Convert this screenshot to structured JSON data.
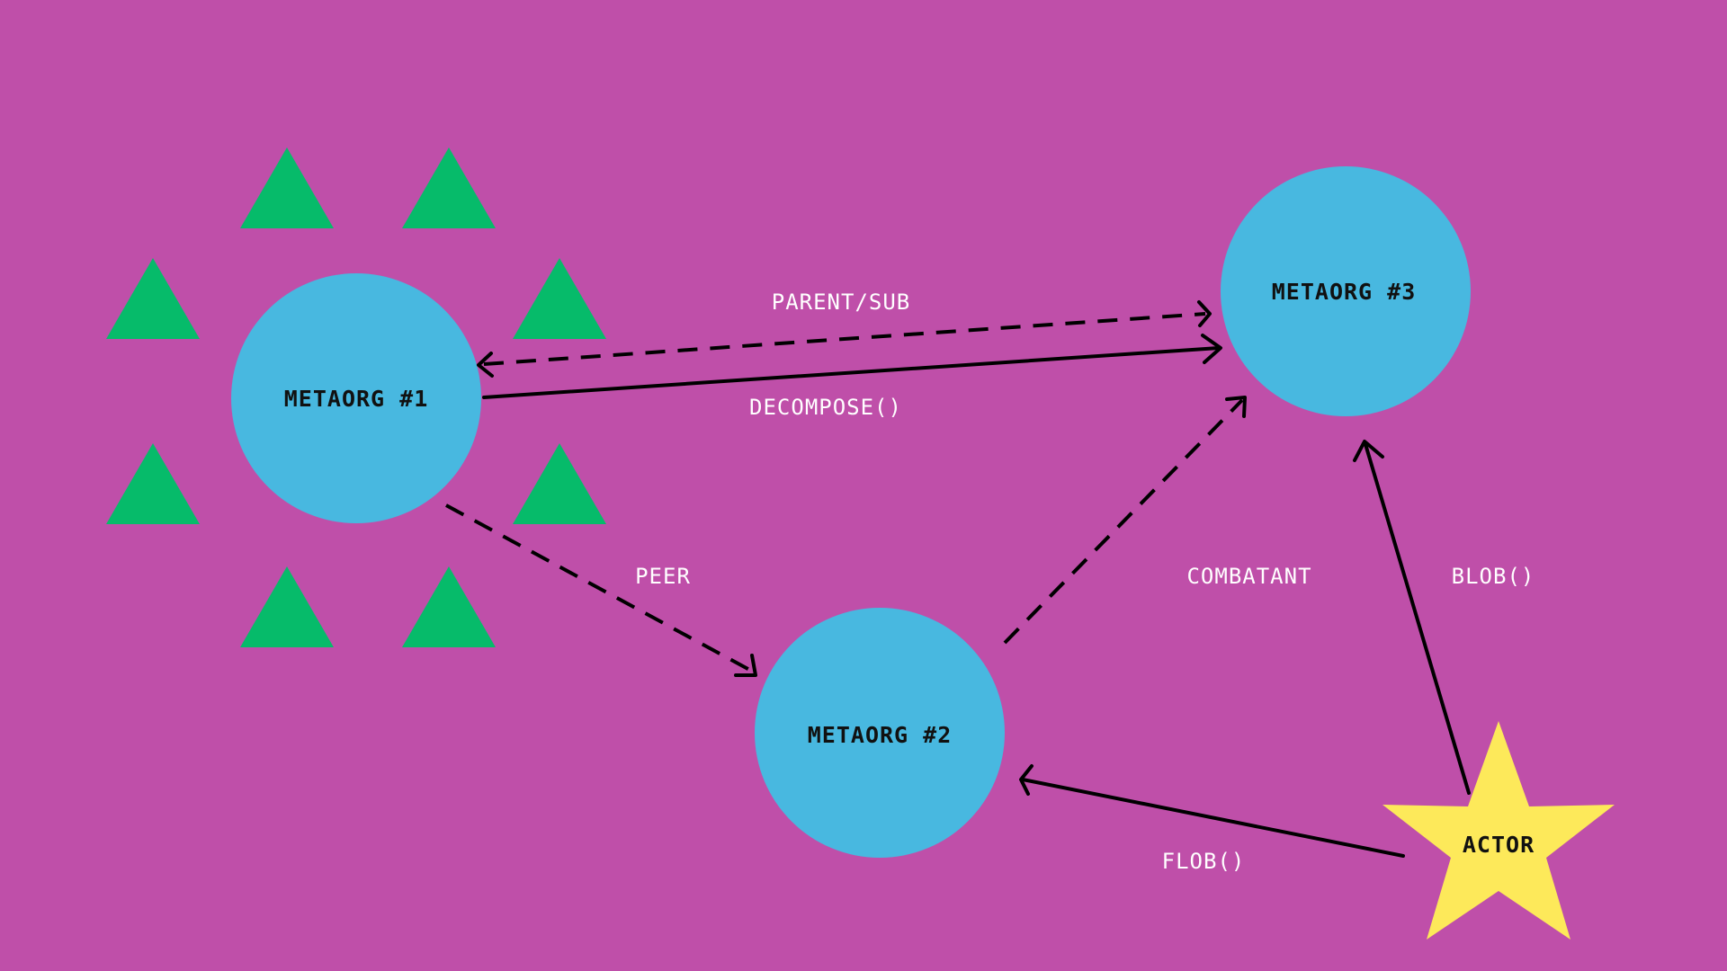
{
  "colors": {
    "background": "#bf4fa9",
    "metaorg_fill": "#48b8e0",
    "member_fill": "#06bb6a",
    "actor_fill": "#fde95a",
    "edge_stroke": "#000000",
    "edge_label": "#ffffff",
    "node_label": "#111111"
  },
  "nodes": {
    "metaorg1": {
      "label": "METAORG #1",
      "shape": "circle"
    },
    "metaorg2": {
      "label": "METAORG #2",
      "shape": "circle"
    },
    "metaorg3": {
      "label": "METAORG #3",
      "shape": "circle"
    },
    "actor": {
      "label": "ACTOR",
      "shape": "star"
    }
  },
  "members": {
    "shape": "triangle",
    "count": 8,
    "belongs_to": "metaorg1"
  },
  "edges": {
    "parent_sub": {
      "label": "PARENT/SUB",
      "from": "metaorg3",
      "to": "metaorg1",
      "style": "dashed",
      "bidirectional": true
    },
    "decompose": {
      "label": "DECOMPOSE()",
      "from": "metaorg1",
      "to": "metaorg3",
      "style": "solid"
    },
    "peer": {
      "label": "PEER",
      "from": "metaorg1",
      "to": "metaorg2",
      "style": "dashed"
    },
    "combatant": {
      "label": "COMBATANT",
      "from": "metaorg2",
      "to": "metaorg3",
      "style": "dashed"
    },
    "blob": {
      "label": "BLOB()",
      "from": "actor",
      "to": "metaorg3",
      "style": "solid"
    },
    "flob": {
      "label": "FLOB()",
      "from": "actor",
      "to": "metaorg2",
      "style": "solid"
    }
  }
}
